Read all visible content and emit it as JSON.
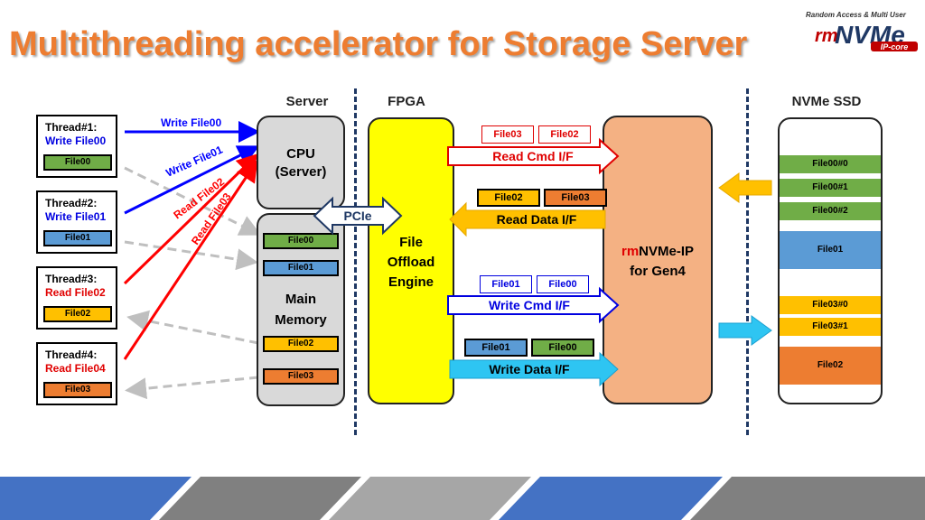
{
  "title": "Multithreading accelerator for Storage Server",
  "logo": {
    "tagline": "Random Access & Multi User",
    "prefix": "rm",
    "name": "NVMe",
    "suffix": "IP-core"
  },
  "headers": {
    "server": "Server",
    "fpga": "FPGA",
    "ssd": "NVMe SSD"
  },
  "threads": [
    {
      "name": "Thread#1:",
      "op": "Write File00",
      "op_color": "#0000e0",
      "file": "File00",
      "file_color": "#70ad47"
    },
    {
      "name": "Thread#2:",
      "op": "Write File01",
      "op_color": "#0000e0",
      "file": "File01",
      "file_color": "#5b9bd5"
    },
    {
      "name": "Thread#3:",
      "op": "Read File02",
      "op_color": "#e00000",
      "file": "File02",
      "file_color": "#ffc000"
    },
    {
      "name": "Thread#4:",
      "op": "Read File04",
      "op_color": "#e00000",
      "file": "File03",
      "file_color": "#ed7d31"
    }
  ],
  "arrow_labels": {
    "w0": "Write File00",
    "w1": "Write File01",
    "r2": "Read File02",
    "r3": "Read File03"
  },
  "cpu": {
    "line1": "CPU",
    "line2": "(Server)"
  },
  "memory": {
    "line1": "Main",
    "line2": "Memory",
    "files": [
      "File00",
      "File01",
      "File02",
      "File03"
    ]
  },
  "pcie": "PCIe",
  "engine": {
    "line1": "File",
    "line2": "Offload",
    "line3": "Engine"
  },
  "nvme_ip": {
    "prefix": "rm",
    "name": "NVMe-IP",
    "line2": "for Gen4"
  },
  "interfaces": {
    "read_cmd": {
      "label": "Read Cmd I/F",
      "files": [
        "File03",
        "File02"
      ]
    },
    "read_data": {
      "label": "Read Data I/F",
      "files": [
        "File02",
        "File03"
      ]
    },
    "write_cmd": {
      "label": "Write Cmd I/F",
      "files": [
        "File01",
        "File00"
      ]
    },
    "write_data": {
      "label": "Write Data I/F",
      "files": [
        "File01",
        "File00"
      ]
    }
  },
  "ssd": [
    "File00#0",
    "File00#1",
    "File00#2",
    "File01",
    "File03#0",
    "File03#1",
    "File02"
  ],
  "colors": {
    "title": "#ed7d31",
    "fpga": "#ffff00",
    "nvme": "#f4b183",
    "green": "#70ad47",
    "blue": "#5b9bd5",
    "yellow": "#ffc000",
    "orange": "#ed7d31"
  }
}
